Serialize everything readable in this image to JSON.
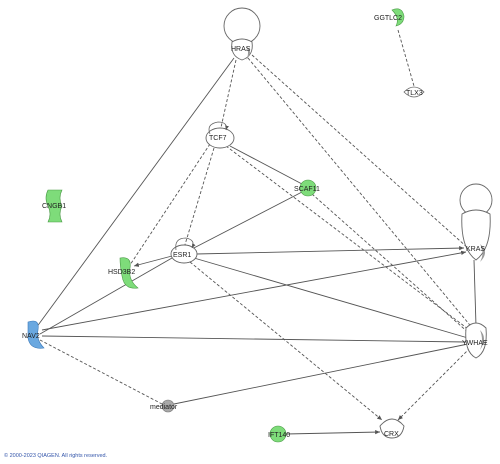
{
  "colors": {
    "upregulated": "#7edc7a",
    "downregulated": "#6aa8e0",
    "neutral_fill": "#ffffff",
    "gray_fill": "#a8a8a8",
    "edge": "#555555"
  },
  "nodes": {
    "hras": "HRAS",
    "ggtlc2": "GGTLC2",
    "tlx3": "TLX3",
    "tcf7": "TCF7",
    "cngb1": "CNGB1",
    "scaf11": "SCAF11",
    "kras": "KRAS",
    "esr1": "ESR1",
    "hsd3b2": "HSD3B2",
    "nav2": "NAV2",
    "ywhae": "YWHAE",
    "mediator": "mediator",
    "ift140": "IFT140",
    "crx": "CRX"
  },
  "footer": {
    "copyright": "© 2000-2023 QIAGEN. All rights reserved."
  }
}
